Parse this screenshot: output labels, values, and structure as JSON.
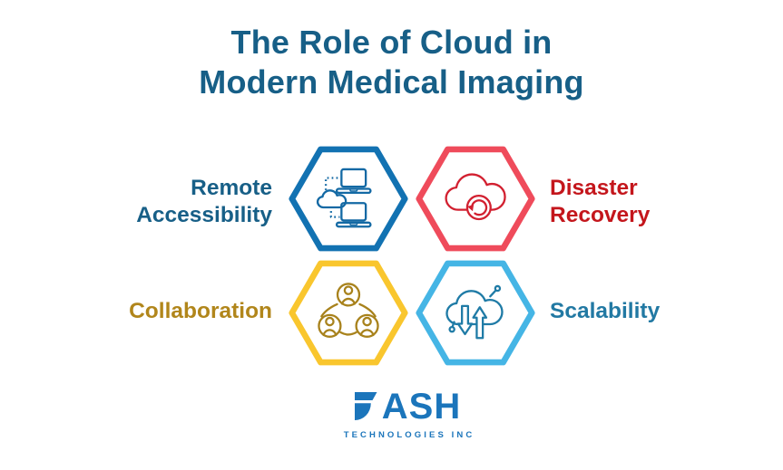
{
  "canvas": {
    "background": "#FFFFFF"
  },
  "title": {
    "line1": "The Role of Cloud in",
    "line2": "Modern Medical Imaging",
    "color": "#175F87"
  },
  "items": [
    {
      "label": "Remote Accessibility",
      "lines": [
        "Remote",
        "Accessibility"
      ],
      "icon": "cloud-laptops-icon",
      "hex_color": "#1272B2",
      "icon_color": "#1369A4",
      "label_color": "#175F87",
      "position": "top-left"
    },
    {
      "label": "Disaster Recovery",
      "lines": [
        "Disaster",
        "Recovery"
      ],
      "icon": "cloud-restore-icon",
      "hex_color": "#EF4B5B",
      "icon_color": "#D22030",
      "label_color": "#C4161C",
      "position": "top-right"
    },
    {
      "label": "Collaboration",
      "lines": [
        "Collaboration"
      ],
      "icon": "people-network-icon",
      "hex_color": "#F9C62E",
      "icon_color": "#A8821C",
      "label_color": "#B1861B",
      "position": "bottom-left"
    },
    {
      "label": "Scalability",
      "lines": [
        "Scalability"
      ],
      "icon": "cloud-scale-arrows-icon",
      "hex_color": "#45B5E5",
      "icon_color": "#1F7BA6",
      "label_color": "#2279A3",
      "position": "bottom-right"
    }
  ],
  "logo": {
    "name": "DASH",
    "text_after_mark": "ASH",
    "subtext": "TECHNOLOGIES INC",
    "color": "#1B75BB"
  }
}
